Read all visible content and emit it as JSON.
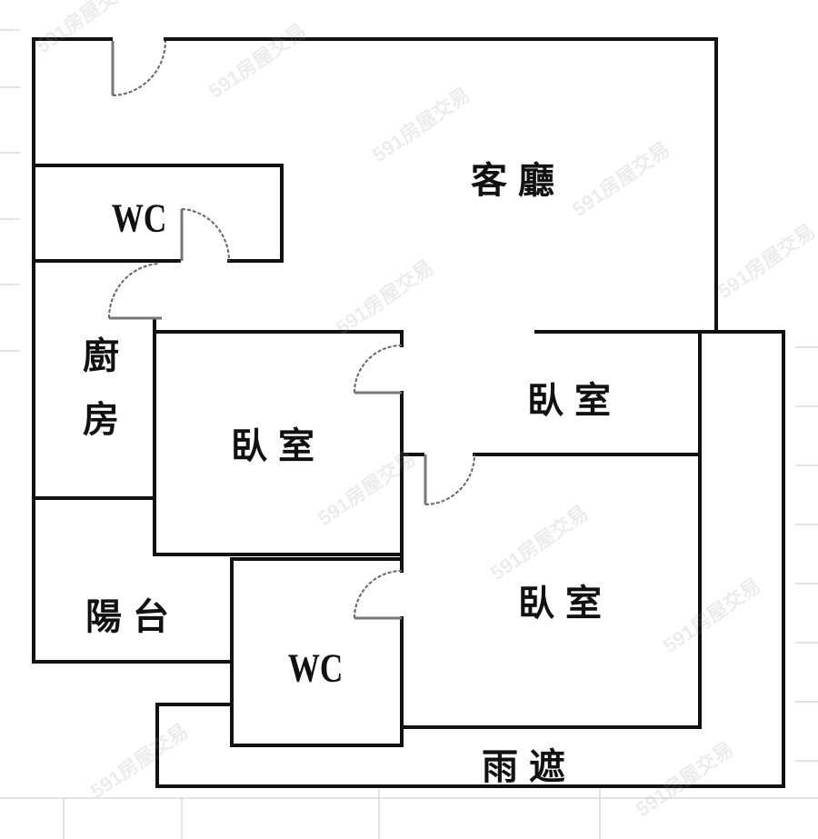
{
  "floorplan": {
    "rooms": {
      "living_room": "客廳",
      "wc_top": "WC",
      "kitchen": "廚房",
      "bedroom_1": "臥室",
      "bedroom_2": "臥室",
      "bedroom_3": "臥室",
      "balcony": "陽台",
      "wc_bottom": "WC",
      "canopy": "雨遮"
    },
    "watermark": "591房屋交易"
  },
  "colors": {
    "wall": "#111111",
    "door": "#777777",
    "grid": "#c8c8c8"
  }
}
